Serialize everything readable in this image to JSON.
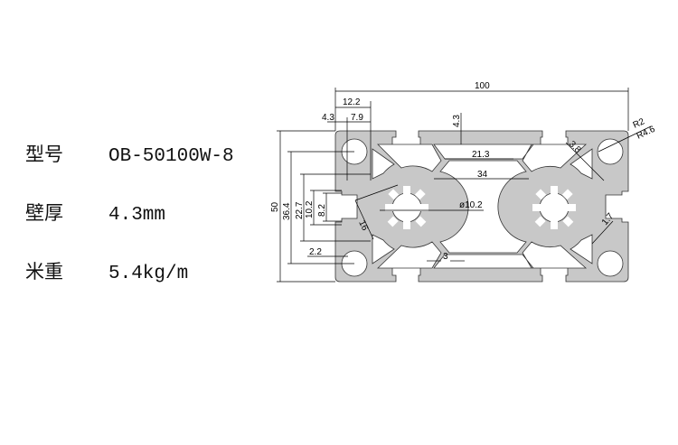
{
  "specs": [
    {
      "label": "型号",
      "value": "OB-50100W-8"
    },
    {
      "label": "壁厚",
      "value": "4.3mm"
    },
    {
      "label": "米重",
      "value": "5.4kg/m"
    }
  ],
  "drawing": {
    "profile_color": "#c8c8c8",
    "dimensions": {
      "width": "100",
      "height": "50",
      "d12_2": "12.2",
      "d4_3_left": "4.3",
      "d7_9": "7.9",
      "d4_3_top": "4.3",
      "d21_3": "21.3",
      "d34": "34",
      "dia": "ø10.2",
      "d36_4": "36.4",
      "d22_7": "22.7",
      "d10_2": "10.2",
      "d8_2": "8.2",
      "d16": "16",
      "d2_2": "2.2",
      "d3": "3",
      "r2": "R2",
      "r4_6": "R4.6",
      "d3_8": "3.8",
      "d1_7": "1.7"
    }
  }
}
